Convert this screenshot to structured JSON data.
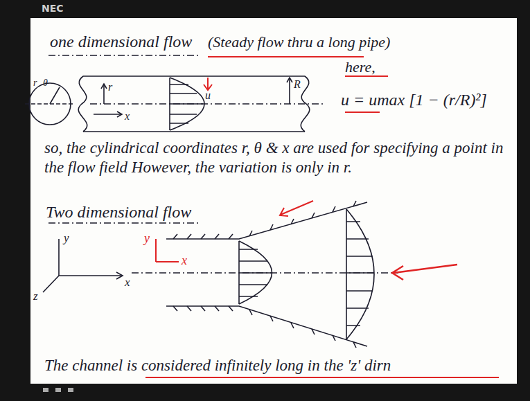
{
  "diagram": {
    "labels": [
      "NEC",
      "one dimensional flow",
      "(Steady flow thru a long pipe)",
      "r",
      "θ",
      "r",
      "x",
      "u",
      "R",
      "here,",
      "u = umax [1 − (r/R)²]",
      "so, the cylindrical coordinates r, θ & x are used for specifying a point in the flow field However, the variation is only in r.",
      "Two dimensional flow",
      "y",
      "x",
      "z",
      "y",
      "x",
      "The channel is considered infinitely long in the 'z' dirn"
    ]
  }
}
